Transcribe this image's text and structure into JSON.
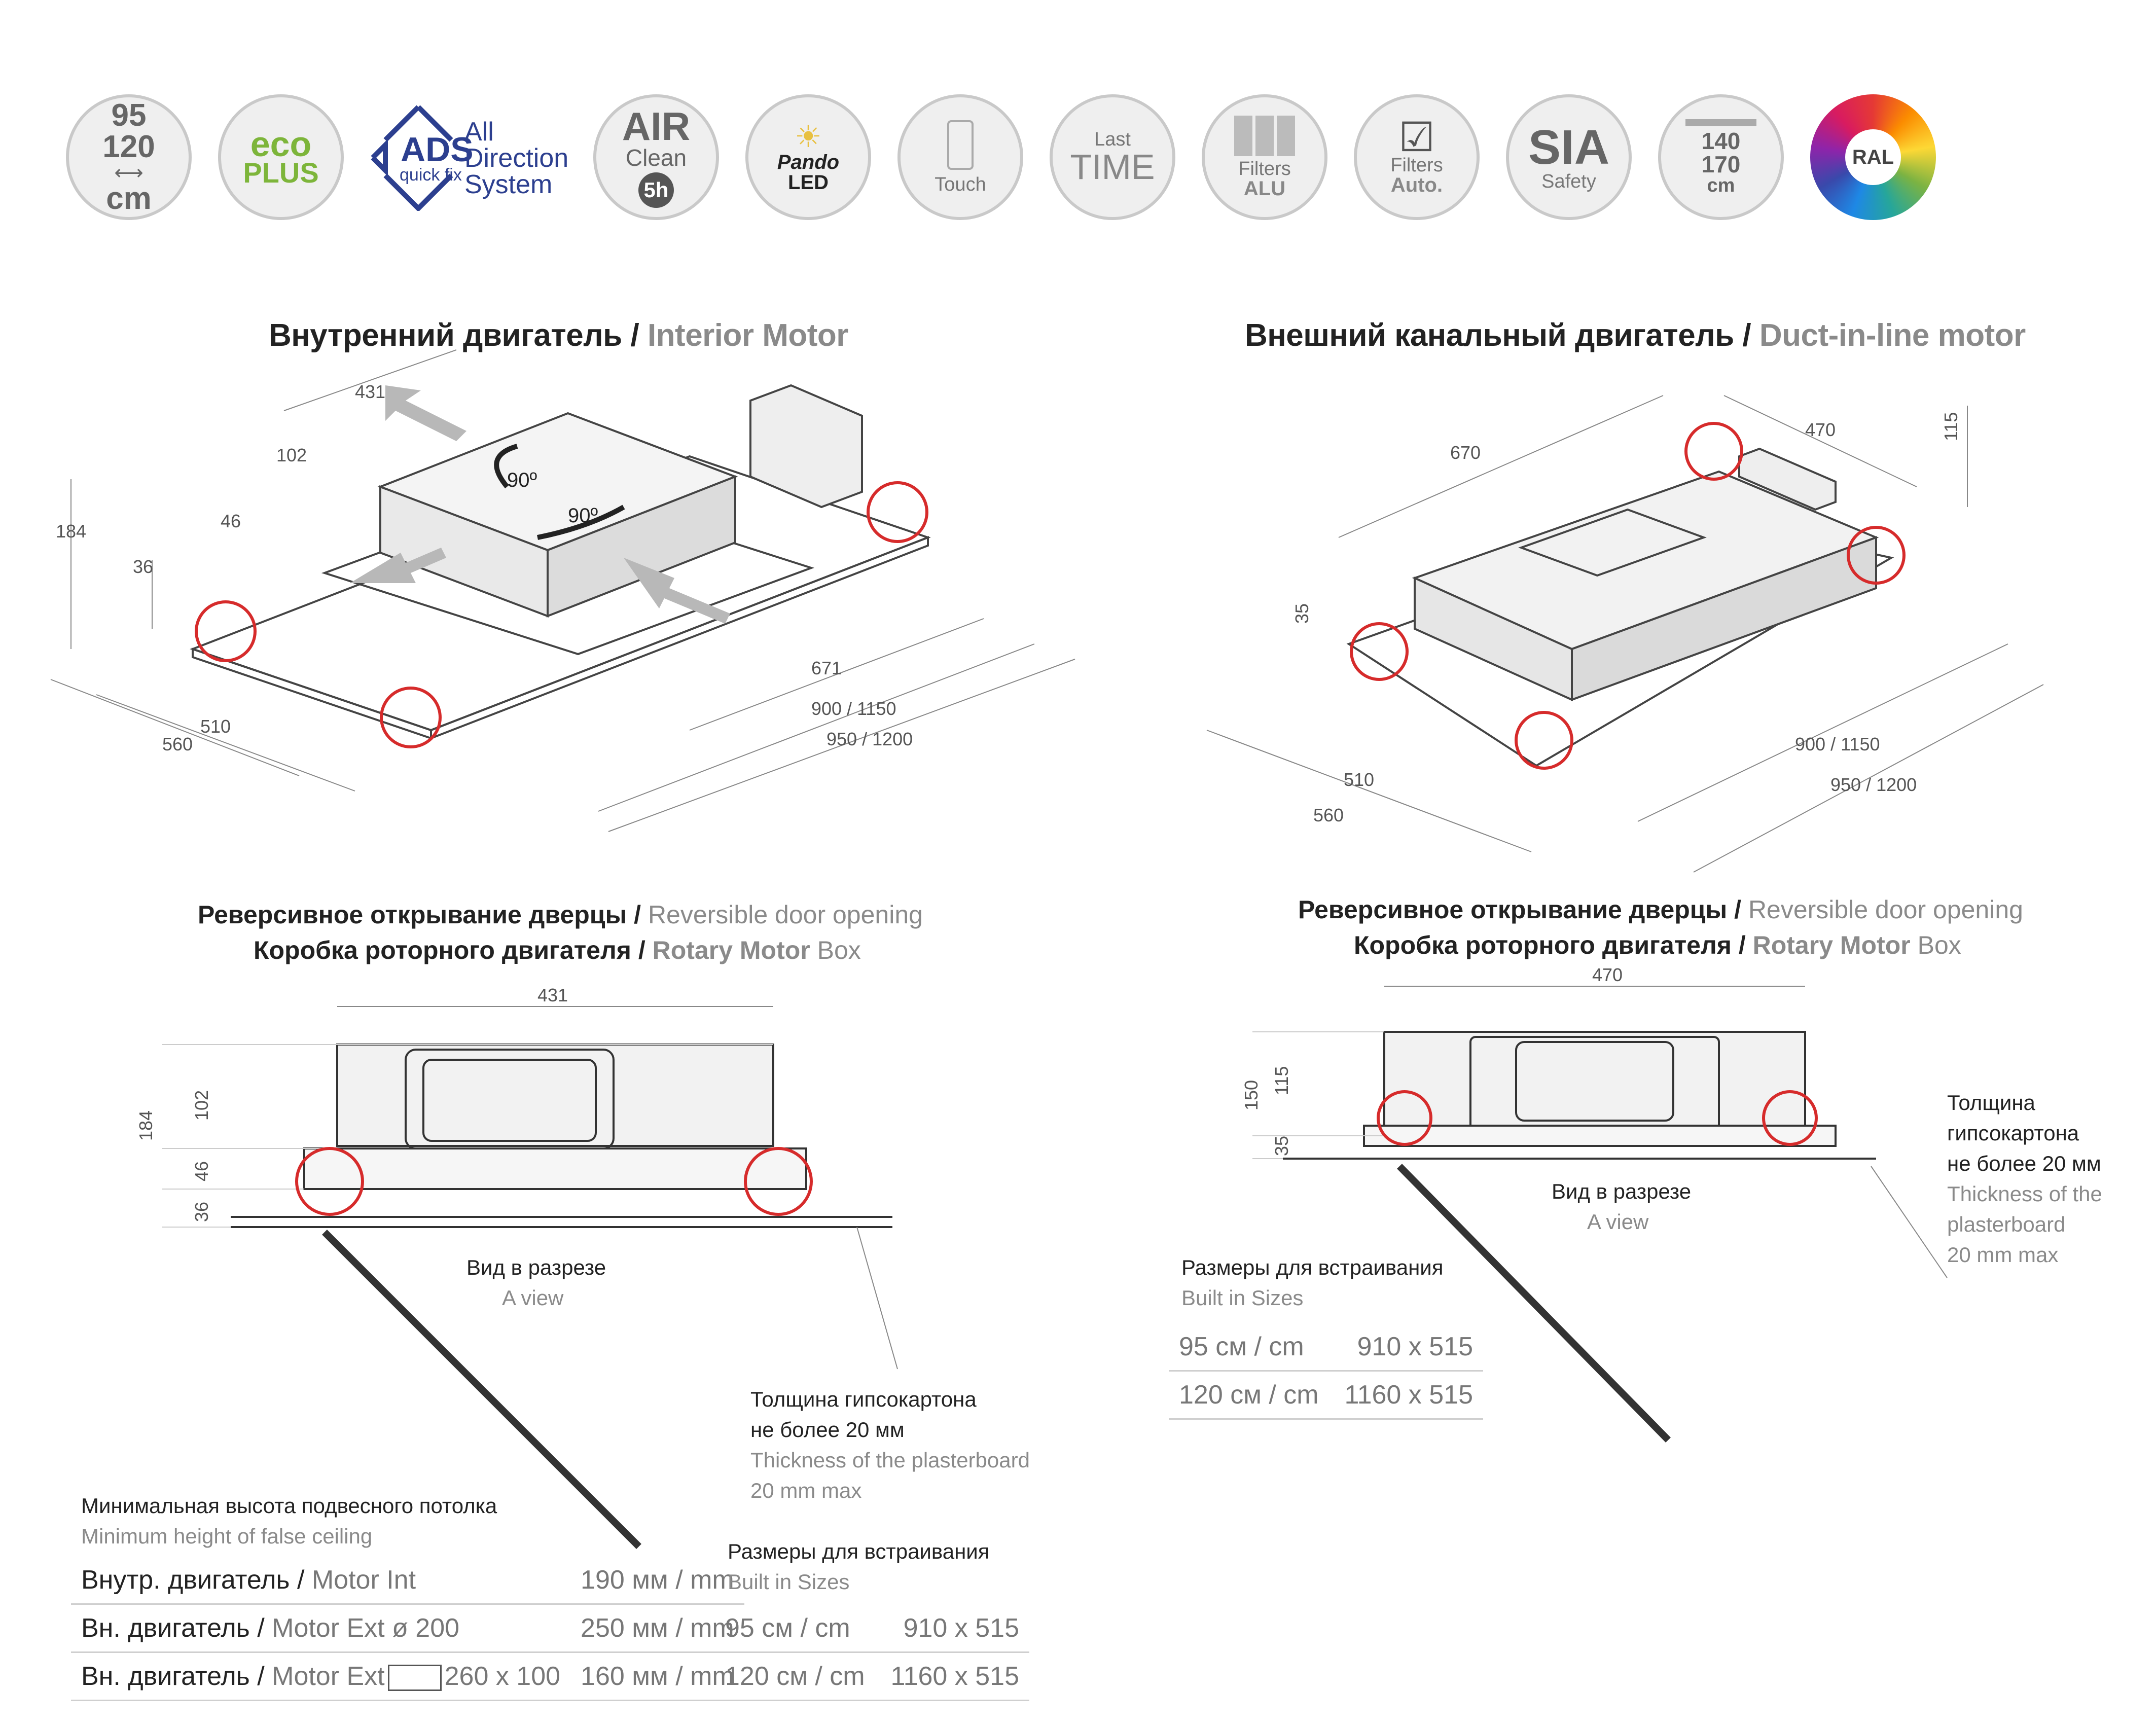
{
  "icons": {
    "size": {
      "line1": "95",
      "line2": "120",
      "unit": "cm"
    },
    "eco": {
      "line1": "eco",
      "line2": "PLUS"
    },
    "ads": {
      "title": "ADS",
      "sub": "quick fix",
      "line1": "All",
      "line2": "Direction",
      "line3": "System"
    },
    "air": {
      "line1": "AIR",
      "line2": "Clean",
      "line3": "5h"
    },
    "pando": {
      "line1": "Pando",
      "line2": "LED"
    },
    "touch": {
      "label": "Touch"
    },
    "lasttime": {
      "line1": "Last",
      "line2": "TIME"
    },
    "filters_alu": {
      "line1": "Filters",
      "line2": "ALU"
    },
    "filters_auto": {
      "line1": "Filters",
      "line2": "Auto."
    },
    "sia": {
      "line1": "SIA",
      "line2": "Safety"
    },
    "height": {
      "line1": "140",
      "line2": "170",
      "unit": "cm"
    },
    "ral": {
      "label": "RAL"
    }
  },
  "left": {
    "title_ru": "Внутренний двигатель /",
    "title_en": "Interior Motor",
    "dims_iso": [
      "431",
      "102",
      "184",
      "46",
      "36",
      "510",
      "560",
      "671",
      "900 / 1150",
      "950 / 1200",
      "90º",
      "90º"
    ],
    "door_ru": "Реверсивное открывание дверцы /",
    "door_en": "Reversible door opening",
    "box_ru": "Коробка роторного двигателя /",
    "box_en_bold": "Rotary Motor",
    "box_en": "Box",
    "front_dims": [
      "431",
      "184",
      "102",
      "46",
      "36"
    ],
    "view_ru": "Вид в разрезе",
    "view_en": "A view",
    "thick_ru1": "Толщина гипсокартона",
    "thick_ru2": "не более 20 мм",
    "thick_en1": "Thickness of the plasterboard",
    "thick_en2": "20 mm max",
    "min_ru": "Минимальная высота подвесного потолка",
    "min_en": "Minimum height of false ceiling",
    "min_rows": [
      {
        "ru": "Внутр. двигатель /",
        "en": "Motor Int",
        "extra": "",
        "value": "190 мм / mm"
      },
      {
        "ru": "Вн. двигатель /",
        "en": "Motor Ext ø 200",
        "extra": "",
        "value": "250 мм / mm"
      },
      {
        "ru": "Вн. двигатель /",
        "en": "Motor Ext",
        "extra": "260 x 100",
        "value": "160 мм / mm"
      }
    ],
    "built_ru": "Размеры для встраивания",
    "built_en": "Built in Sizes",
    "built_rows": [
      {
        "size": "95 см / cm",
        "value": "910 x 515"
      },
      {
        "size": "120 см / cm",
        "value": "1160 x 515"
      }
    ]
  },
  "right": {
    "title_ru": "Внешний канальный двигатель /",
    "title_en": "Duct-in-line motor",
    "dims_iso": [
      "670",
      "470",
      "115",
      "35",
      "510",
      "560",
      "900 / 1150",
      "950 / 1200"
    ],
    "door_ru": "Реверсивное открывание дверцы /",
    "door_en": "Reversible door opening",
    "box_ru": "Коробка роторного двигателя /",
    "box_en_bold": "Rotary Motor",
    "box_en": "Box",
    "front_dims": [
      "470",
      "150",
      "115",
      "35"
    ],
    "view_ru": "Вид в разрезе",
    "view_en": "A view",
    "thick_ru1": "Толщина",
    "thick_ru2": "гипсокартона",
    "thick_ru3": "не более 20 мм",
    "thick_en1": "Thickness of the",
    "thick_en2": "plasterboard",
    "thick_en3": "20 mm max",
    "built_ru": "Размеры для встраивания",
    "built_en": "Built in Sizes",
    "built_rows": [
      {
        "size": "95 см / cm",
        "value": "910 x 515"
      },
      {
        "size": "120 см / cm",
        "value": "1160 x 515"
      }
    ]
  },
  "colors": {
    "accent_red": "#d62b2b",
    "ads_blue": "#2c3f8f",
    "eco_green": "#7db53a",
    "grey_text": "#8a8a8a"
  }
}
